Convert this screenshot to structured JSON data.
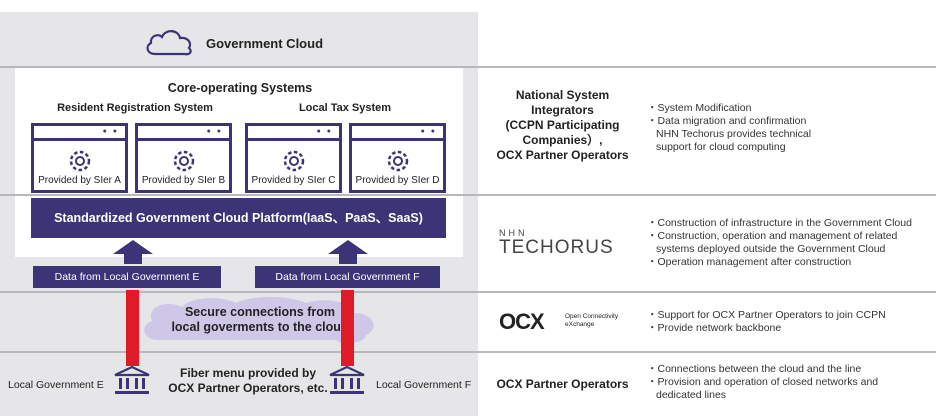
{
  "cloud": {
    "title": "Government Cloud",
    "icon": "cloud-icon"
  },
  "core": {
    "title": "Core-operating Systems",
    "groups": [
      {
        "title": "Resident Registration System"
      },
      {
        "title": "Local Tax System"
      }
    ],
    "windows": [
      {
        "label": "Provided by SIer A",
        "icon": "gear-icon"
      },
      {
        "label": "Provided by SIer B",
        "icon": "gear-icon"
      },
      {
        "label": "Provided by SIer C",
        "icon": "gear-icon"
      },
      {
        "label": "Provided by SIer D",
        "icon": "gear-icon"
      }
    ]
  },
  "platform": {
    "label": "Standardized Government Cloud Platform(IaaS、PaaS、SaaS)"
  },
  "data_tags": [
    {
      "label": "Data from Local Government E"
    },
    {
      "label": "Data from Local Government F"
    }
  ],
  "secure": {
    "line1": "Secure connections from",
    "line2": "local goverments to the cloud"
  },
  "fiber": {
    "line1": "Fiber menu provided by",
    "line2": "OCX Partner Operators, etc."
  },
  "local_gov": [
    {
      "label": "Local Government E",
      "icon": "government-building-icon"
    },
    {
      "label": "Local Government F",
      "icon": "government-building-icon"
    }
  ],
  "rows": [
    {
      "entity": [
        "National System",
        "Integrators",
        "(CCPN Participating",
        "Companies）,",
        "OCX Partner Operators"
      ],
      "bullets": [
        "・System Modification",
        "・Data migration and confirmation",
        "NHN Techorus provides technical support for cloud computing"
      ]
    },
    {
      "logo_text": "TECHORUS",
      "logo_prefix": "NHN",
      "bullets": [
        "・Construction of infrastructure in the Government Cloud",
        "・Construction, operation and management of related systems deployed outside the Government Cloud",
        "・Operation management after construction"
      ]
    },
    {
      "logo_text": "OCX",
      "logo_sub1": "Open Connectivity",
      "logo_sub2": "eXchange",
      "bullets": [
        "・Support for OCX Partner Operators to join CCPN",
        "・Provide network backbone"
      ]
    },
    {
      "entity": [
        "OCX Partner Operators"
      ],
      "bullets": [
        "・Connections between the cloud and the line",
        "・Provision and operation of closed networks and dedicated  lines"
      ]
    }
  ]
}
